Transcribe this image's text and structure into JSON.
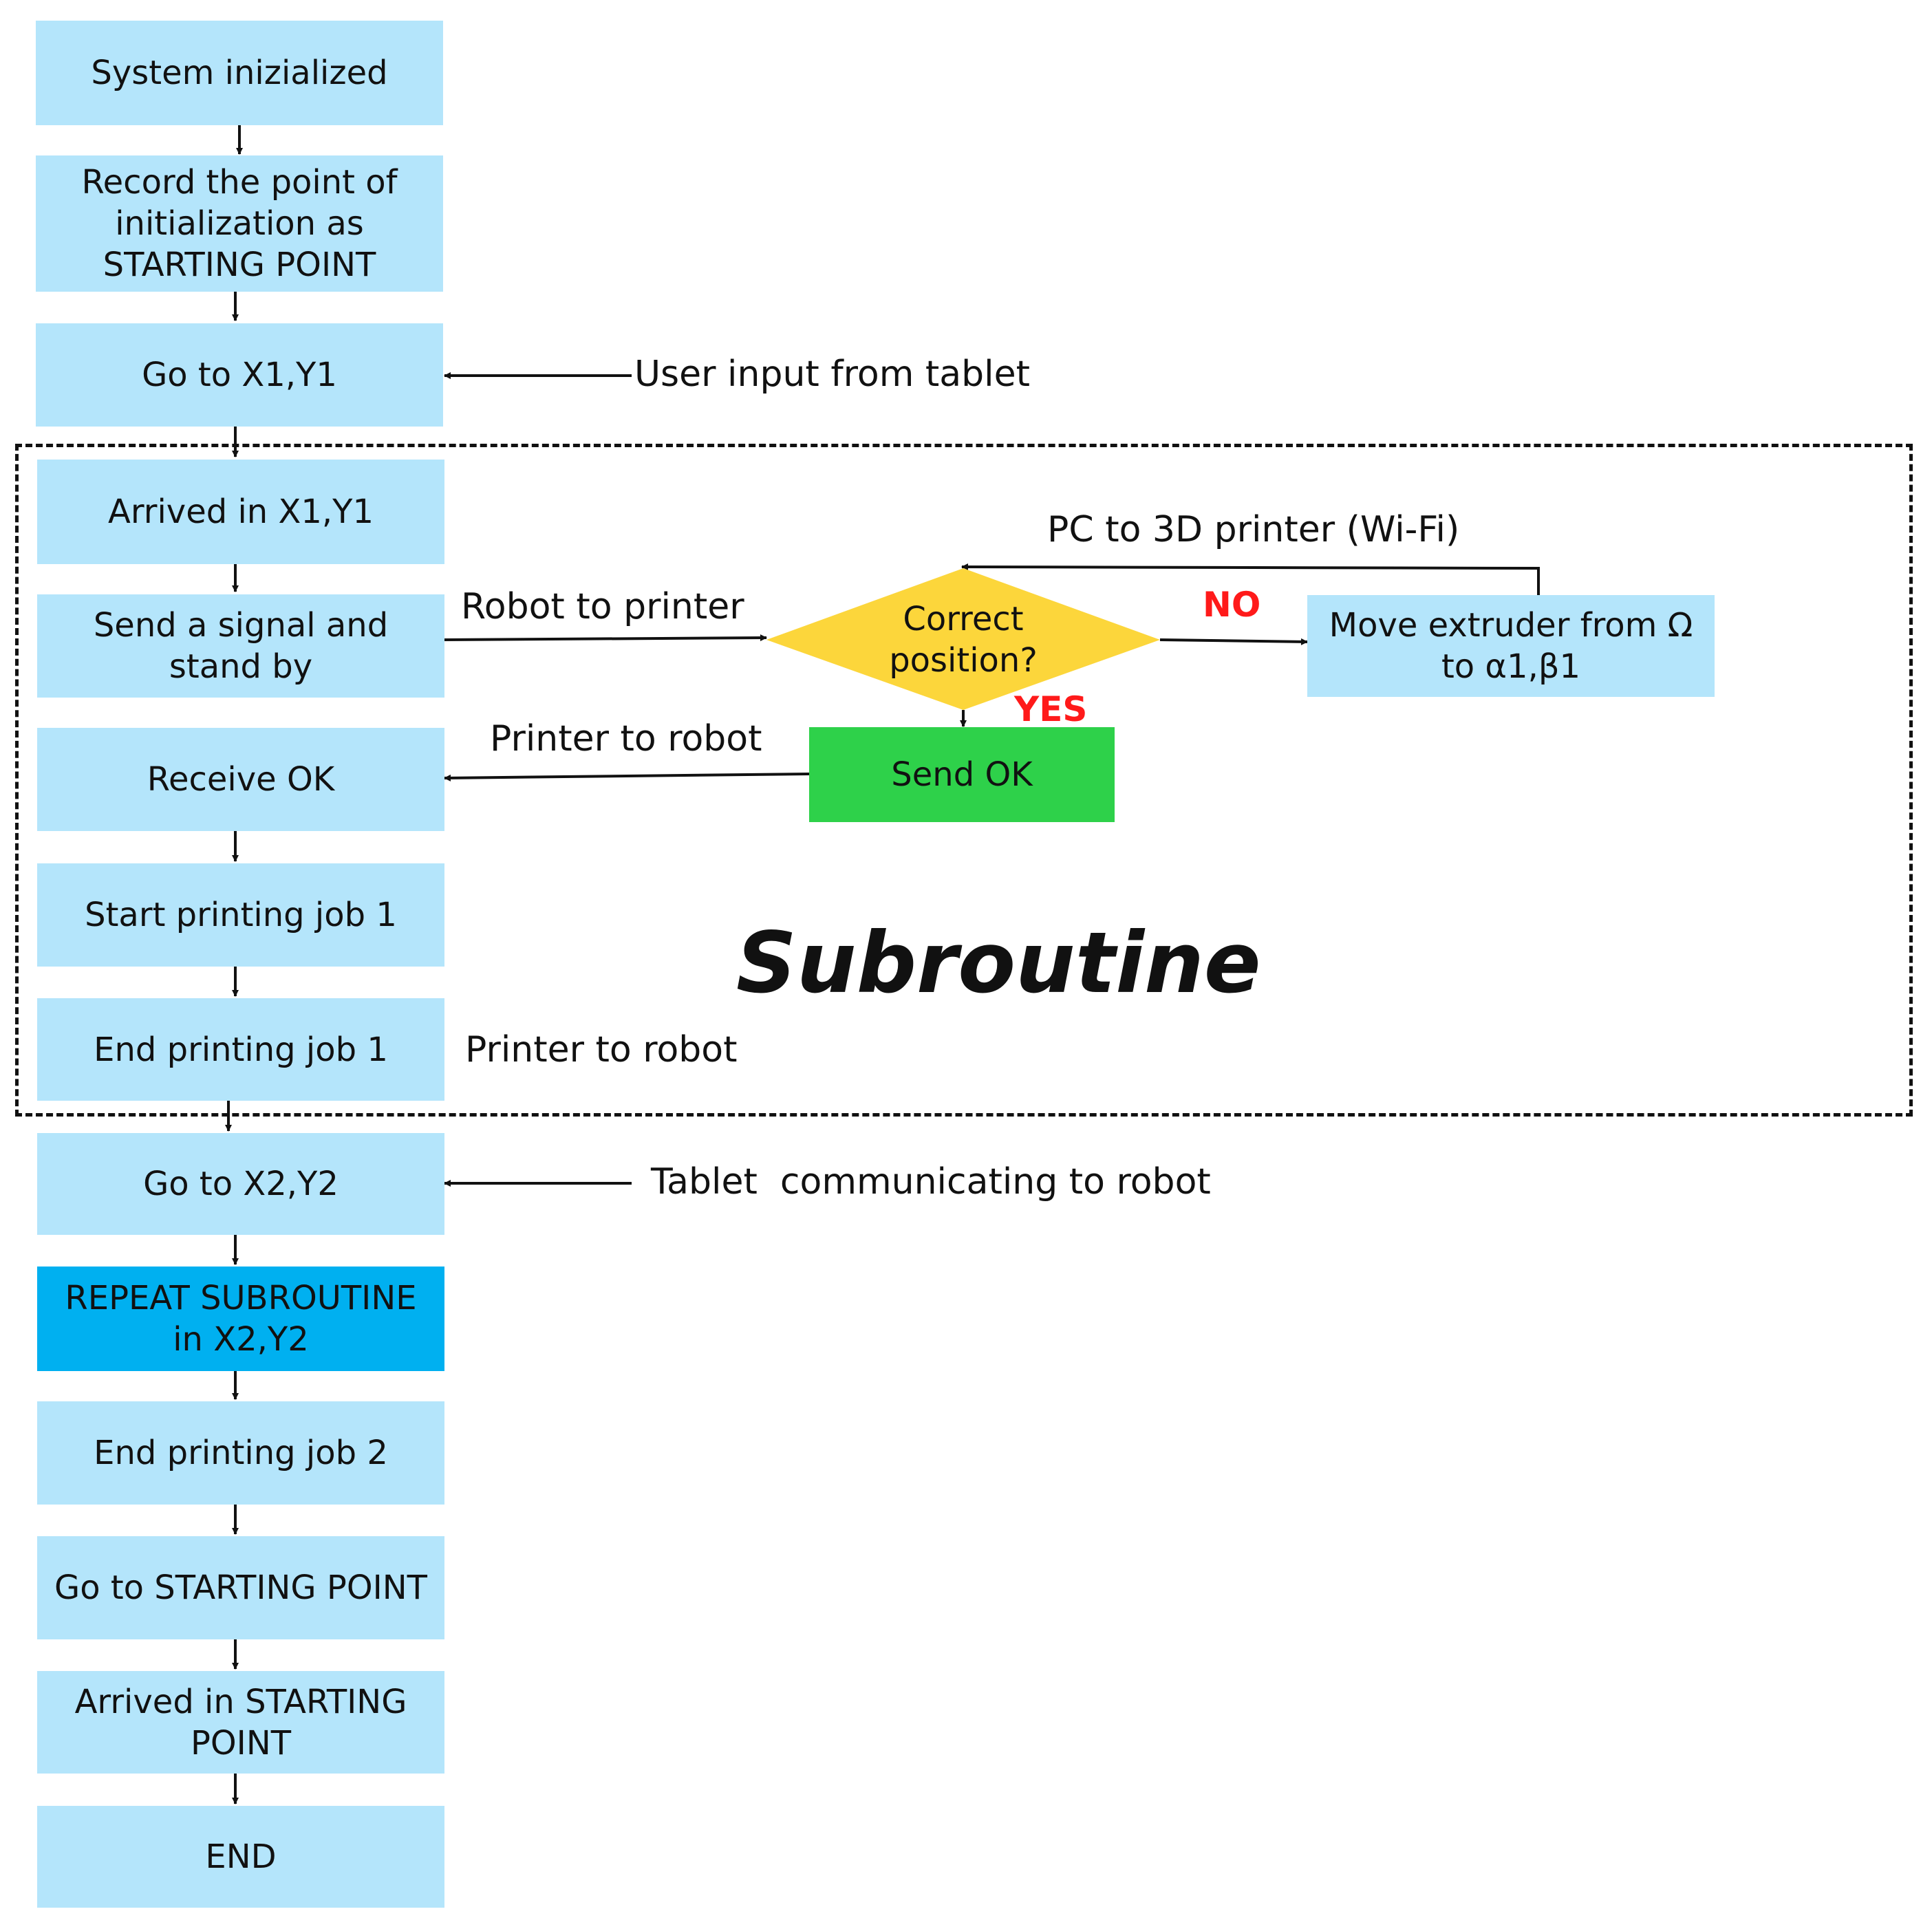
{
  "colors": {
    "box_fill": "#b4e5fb",
    "repeat_fill": "#00b0f0",
    "decision_fill": "#fcd63b",
    "ok_fill": "#2ed14a",
    "answer_text": "#ff1a1a",
    "line": "#111111"
  },
  "steps": {
    "system_initialized": "System inizialized",
    "record_starting_point": "Record the point of initialization as STARTING POINT",
    "go_to_x1y1": "Go to X1,Y1",
    "arrived_x1y1": "Arrived in X1,Y1",
    "send_signal": "Send a signal and stand by",
    "receive_ok": "Receive OK",
    "start_job1": "Start printing job 1",
    "end_job1": "End printing job 1",
    "go_to_x2y2": "Go to X2,Y2",
    "repeat_subroutine": "REPEAT SUBROUTINE in X2,Y2",
    "end_job2": "End printing job 2",
    "go_to_starting_point": "Go to STARTING POINT",
    "arrived_starting_point": "Arrived in STARTING POINT",
    "end": "END"
  },
  "decision": {
    "question": "Correct position?",
    "no_label": "NO",
    "yes_label": "YES"
  },
  "side_nodes": {
    "move_extruder": "Move extruder from Ω to α1,β1",
    "send_ok": "Send OK"
  },
  "edge_labels": {
    "user_input": "User input from tablet",
    "robot_to_printer": "Robot to printer",
    "printer_to_robot_ok": "Printer to robot",
    "pc_to_printer": "PC to 3D printer (Wi-Fi)",
    "printer_to_robot_end": "Printer to robot",
    "tablet_to_robot": "Tablet  communicating to robot"
  },
  "subroutine_title": "Subroutine"
}
